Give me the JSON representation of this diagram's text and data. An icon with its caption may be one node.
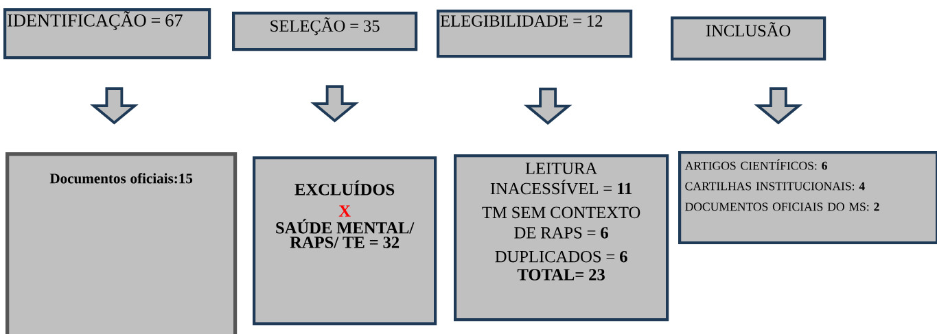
{
  "diagram": {
    "nodes": [
      {
        "text": [
          "IDENTIFICAÇÃO = 67"
        ]
      },
      {
        "text": [
          "SELEÇÃO = 35"
        ]
      },
      {
        "text": [
          "ELEGIBILIDADE = 12"
        ]
      },
      {
        "text": [
          "INCLUSÃO"
        ]
      },
      {
        "text": [
          "Documentos oficiais:15"
        ]
      },
      {
        "text": [
          "EXCLUÍDOS",
          "X",
          "SAÚDE MENTAL/ RAPS/ TE = 32"
        ]
      },
      {
        "text": [
          "LEITURA INACESSÍVEL = **11**",
          "TM SEM CONTEXTO DE RAPS = **6**",
          "DUPLICADOS = **6**",
          "TOTAL= 23"
        ]
      },
      {
        "text": [
          "ARTIGOS CIENTÍFICOS: **6**",
          "CARTILHAS INSTITUCIONAIS: **4**",
          "DOCUMENTOS OFICIAIS DO MS: **2**"
        ]
      }
    ],
    "edges": [
      {
        "from": 0,
        "to": 4,
        "arrow": "to"
      },
      {
        "from": 1,
        "to": 5,
        "arrow": "to"
      },
      {
        "from": 2,
        "to": 6,
        "arrow": "to"
      },
      {
        "from": 3,
        "to": 7,
        "arrow": "to"
      }
    ]
  }
}
